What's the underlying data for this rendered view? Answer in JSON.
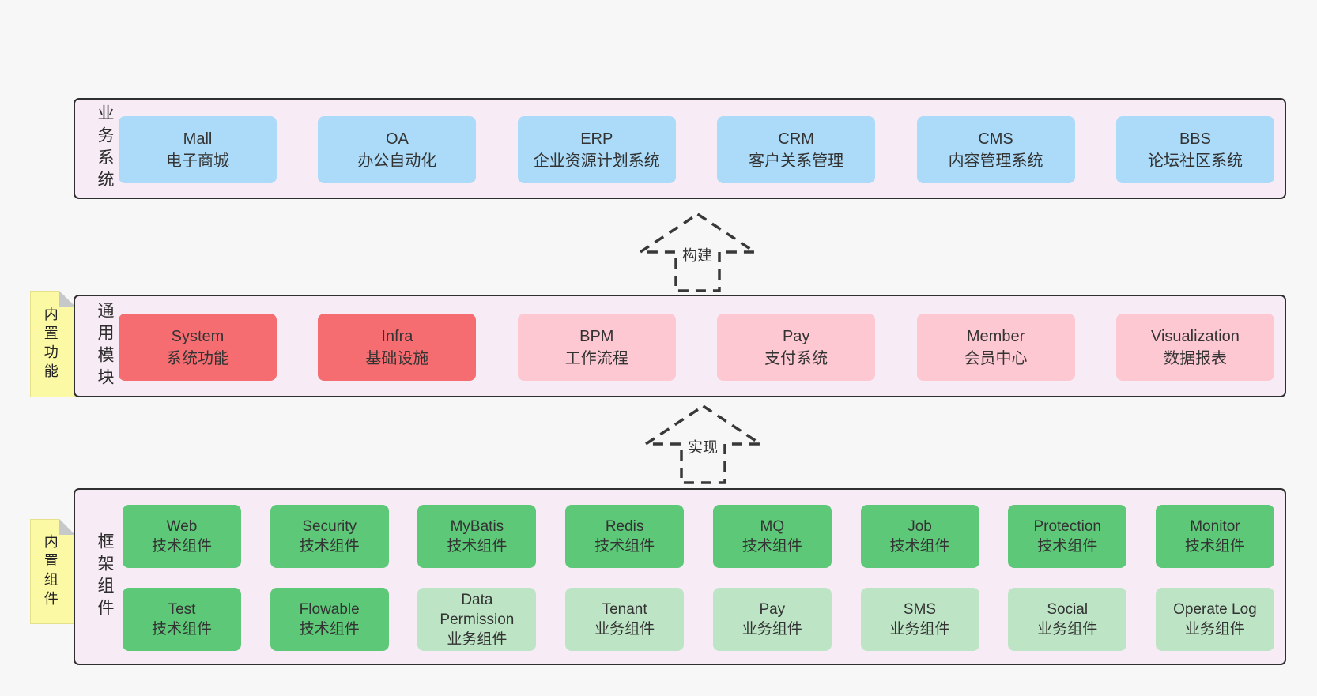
{
  "page": {
    "background": "#f7f7f7"
  },
  "colors": {
    "band_background": "#f7ecf5",
    "band_border": "#2f2f2f",
    "blue": "#abdbf8",
    "red": "#f66d71",
    "pink": "#fdc8d2",
    "green": "#5dc878",
    "light_green": "#bde5c5",
    "tab_yellow": "#fbf9a3",
    "fold_gray": "#c7c8c9",
    "text": "#333333"
  },
  "bands": [
    {
      "label": "业务系统",
      "rows": [
        [
          {
            "title": "Mall",
            "subtitle": "电子商城",
            "variant": "blue"
          },
          {
            "title": "OA",
            "subtitle": "办公自动化",
            "variant": "blue"
          },
          {
            "title": "ERP",
            "subtitle": "企业资源计划系统",
            "variant": "blue"
          },
          {
            "title": "CRM",
            "subtitle": "客户关系管理",
            "variant": "blue"
          },
          {
            "title": "CMS",
            "subtitle": "内容管理系统",
            "variant": "blue"
          },
          {
            "title": "BBS",
            "subtitle": "论坛社区系统",
            "variant": "blue"
          }
        ]
      ]
    },
    {
      "label": "通用模块",
      "tab": "内置功能",
      "rows": [
        [
          {
            "title": "System",
            "subtitle": "系统功能",
            "variant": "red"
          },
          {
            "title": "Infra",
            "subtitle": "基础设施",
            "variant": "red"
          },
          {
            "title": "BPM",
            "subtitle": "工作流程",
            "variant": "pink"
          },
          {
            "title": "Pay",
            "subtitle": "支付系统",
            "variant": "pink"
          },
          {
            "title": "Member",
            "subtitle": "会员中心",
            "variant": "pink"
          },
          {
            "title": "Visualization",
            "subtitle": "数据报表",
            "variant": "pink"
          }
        ]
      ]
    },
    {
      "label": "框架组件",
      "tab": "内置组件",
      "rows": [
        [
          {
            "title": "Web",
            "subtitle": "技术组件",
            "variant": "green"
          },
          {
            "title": "Security",
            "subtitle": "技术组件",
            "variant": "green"
          },
          {
            "title": "MyBatis",
            "subtitle": "技术组件",
            "variant": "green"
          },
          {
            "title": "Redis",
            "subtitle": "技术组件",
            "variant": "green"
          },
          {
            "title": "MQ",
            "subtitle": "技术组件",
            "variant": "green"
          },
          {
            "title": "Job",
            "subtitle": "技术组件",
            "variant": "green"
          },
          {
            "title": "Protection",
            "subtitle": "技术组件",
            "variant": "green"
          },
          {
            "title": "Monitor",
            "subtitle": "技术组件",
            "variant": "green"
          }
        ],
        [
          {
            "title": "Test",
            "subtitle": "技术组件",
            "variant": "green"
          },
          {
            "title": "Flowable",
            "subtitle": "技术组件",
            "variant": "green"
          },
          {
            "title": "Data Permission",
            "subtitle": "业务组件",
            "variant": "light-green"
          },
          {
            "title": "Tenant",
            "subtitle": "业务组件",
            "variant": "light-green"
          },
          {
            "title": "Pay",
            "subtitle": "业务组件",
            "variant": "light-green"
          },
          {
            "title": "SMS",
            "subtitle": "业务组件",
            "variant": "light-green"
          },
          {
            "title": "Social",
            "subtitle": "业务组件",
            "variant": "light-green"
          },
          {
            "title": "Operate Log",
            "subtitle": "业务组件",
            "variant": "light-green"
          }
        ]
      ]
    }
  ],
  "arrows": [
    {
      "label": "构建"
    },
    {
      "label": "实现"
    }
  ]
}
